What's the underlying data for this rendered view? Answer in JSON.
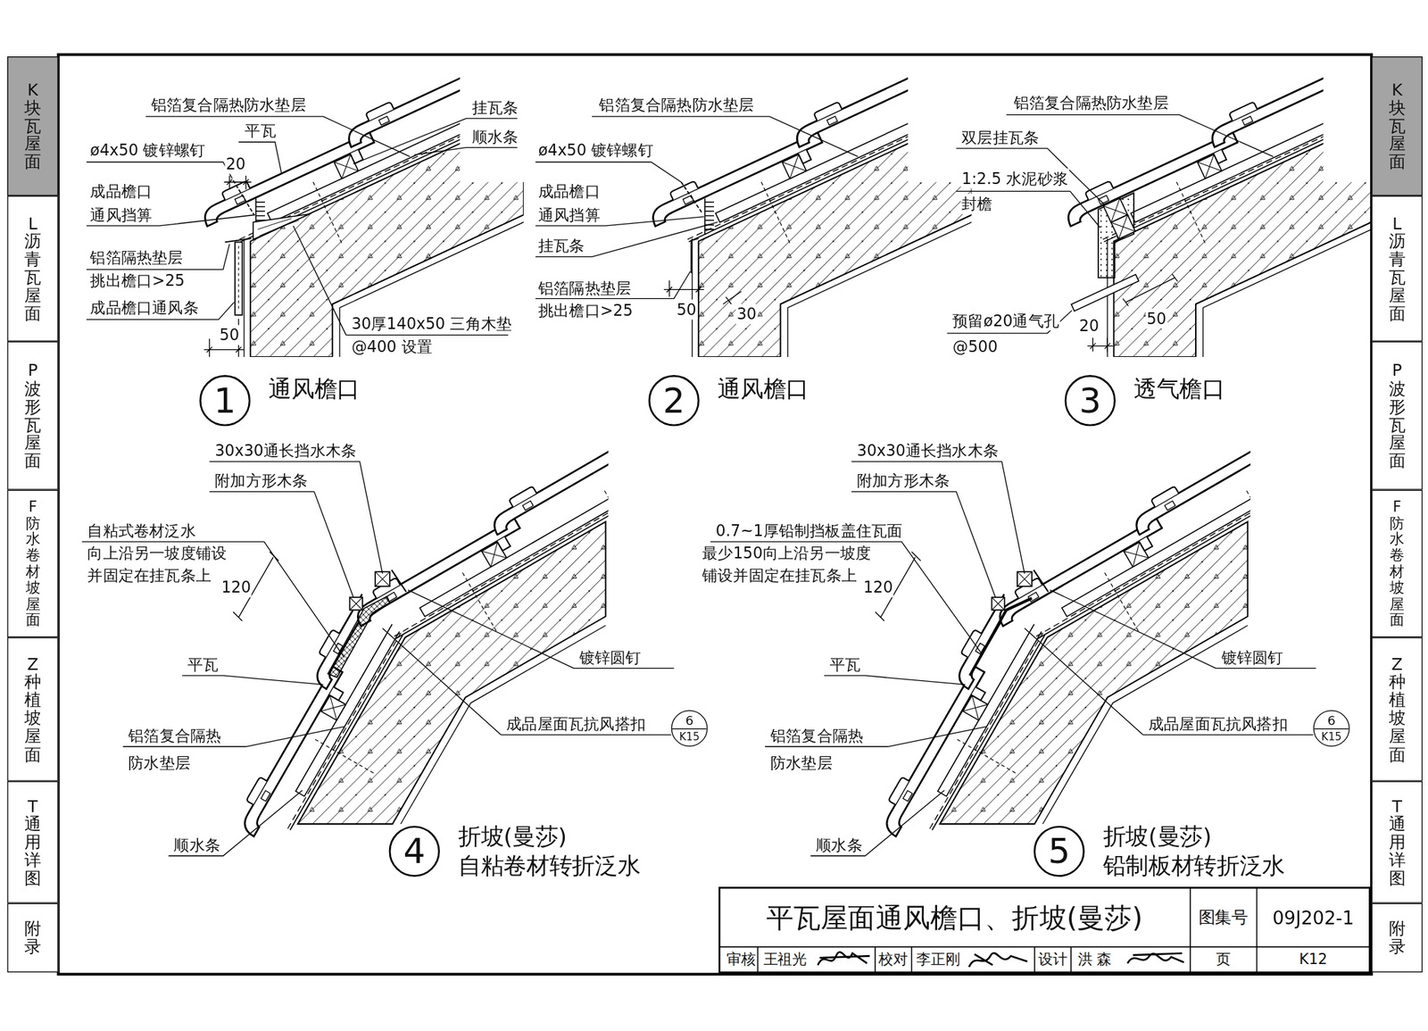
{
  "diagram": {
    "title": "平瓦屋面通风檐口、折坡(曼莎)",
    "nodes": [
      {
        "text": [
          "K块瓦屋面"
        ]
      },
      {
        "text": [
          "L沥青瓦屋面"
        ]
      },
      {
        "text": [
          "P波形瓦屋面"
        ]
      },
      {
        "text": [
          "F防水卷材坡屋面"
        ]
      },
      {
        "text": [
          "Z种植坡屋面"
        ]
      },
      {
        "text": [
          "T通用详图"
        ]
      },
      {
        "text": [
          "附录"
        ]
      },
      {
        "text": [
          "K块瓦屋面"
        ]
      },
      {
        "text": [
          "L沥青瓦屋面"
        ]
      },
      {
        "text": [
          "P波形瓦屋面"
        ]
      },
      {
        "text": [
          "F防水卷材坡屋面"
        ]
      },
      {
        "text": [
          "Z种植坡屋面"
        ]
      },
      {
        "text": [
          "T通用详图"
        ]
      },
      {
        "text": [
          "附录"
        ]
      },
      {
        "text": [
          "1",
          "通风檐口"
        ]
      },
      {
        "text": [
          "2",
          "通风檐口"
        ]
      },
      {
        "text": [
          "3",
          "透气檐口"
        ]
      },
      {
        "text": [
          "4",
          "折坡(曼莎)",
          "自粘卷材转折泛水"
        ]
      },
      {
        "text": [
          "5",
          "折坡(曼莎)",
          "铅制板材转折泛水"
        ]
      },
      {
        "text": [
          "6",
          "K15"
        ]
      },
      {
        "text": [
          "6",
          "K15"
        ]
      }
    ],
    "labels": [
      "铝箔复合隔热防水垫层",
      "平瓦",
      "挂瓦条",
      "顺水条",
      "ø4x50 镀锌螺钉",
      "20",
      "成品檐口",
      "通风挡箅",
      "铝箔隔热垫层",
      "挑出檐口>25",
      "成品檐口通风条",
      "50",
      "30厚140x50 三角木垫",
      "@400 设置",
      "铝箔复合隔热防水垫层",
      "ø4x50 镀锌螺钉",
      "成品檐口",
      "通风挡箅",
      "挂瓦条",
      "铝箔隔热垫层",
      "挑出檐口>25",
      "50",
      "30",
      "铝箔复合隔热防水垫层",
      "双层挂瓦条",
      "1:2.5 水泥砂浆",
      "封檐",
      "预留ø20通气孔",
      "@500",
      "20",
      "50",
      "30x30通长挡水木条",
      "附加方形木条",
      "自粘式卷材泛水",
      "向上沿另一坡度铺设",
      "并固定在挂瓦条上",
      "120",
      "平瓦",
      "铝箔复合隔热",
      "防水垫层",
      "顺水条",
      "镀锌圆钉",
      "成品屋面瓦抗风搭扣",
      "30x30通长挡水木条",
      "附加方形木条",
      "0.7~1厚铅制挡板盖住瓦面",
      "最少150向上沿另一坡度",
      "铺设并固定在挂瓦条上",
      "120",
      "平瓦",
      "铝箔复合隔热",
      "防水垫层",
      "顺水条",
      "镀锌圆钉",
      "成品屋面瓦抗风搭扣",
      "图集号",
      "09J202-1",
      "审核",
      "王祖光",
      "校对",
      "李正刚",
      "设计",
      "洪 森",
      "页",
      "K12"
    ]
  }
}
